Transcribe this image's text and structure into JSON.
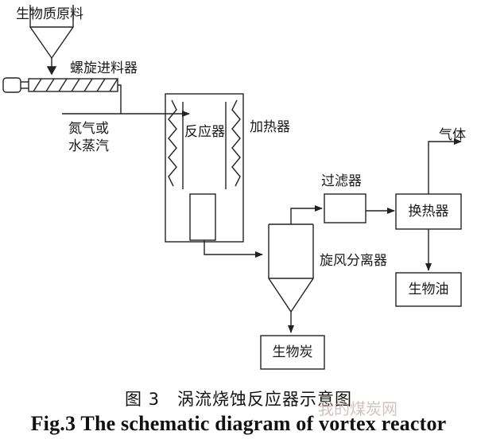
{
  "labels": {
    "biomass": "生物质原料",
    "screw_feeder": "螺旋进料器",
    "nitrogen_steam": "氮气或",
    "nitrogen_steam_2": "水蒸汽",
    "reactor": "反应器",
    "heater": "加热器",
    "filter": "过滤器",
    "heat_exchanger": "换热器",
    "gas": "气体",
    "cyclone": "旋风分离器",
    "bio_oil": "生物油",
    "biochar": "生物炭"
  },
  "caption": {
    "cn": "图 3　涡流烧蚀反应器示意图",
    "en": "Fig.3 The schematic diagram of vortex reactor"
  },
  "watermark": "我的煤炭网"
}
